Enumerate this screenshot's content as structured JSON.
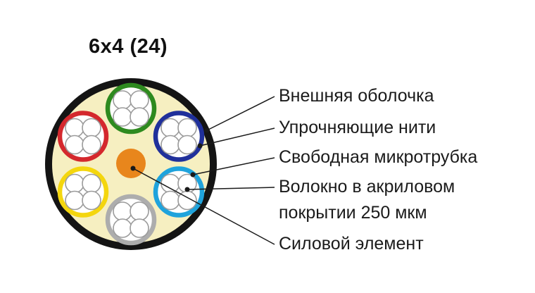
{
  "title": "6x4 (24)",
  "diagram": {
    "colors": {
      "jacket": "#141414",
      "filler": "#F6EFC1",
      "strength_member": "#E8861C",
      "tube_fill": "#FFFFFF",
      "fiber_fill": "#FFFFFF",
      "fiber_stroke": "#9B9B9B",
      "leader": "#1a1a1a"
    },
    "tubes": [
      {
        "name": "green",
        "color": "#2E8A1F"
      },
      {
        "name": "blue",
        "color": "#20309B"
      },
      {
        "name": "cyan",
        "color": "#1FA3DC"
      },
      {
        "name": "gray",
        "color": "#ADADAD"
      },
      {
        "name": "yellow",
        "color": "#F4D60E"
      },
      {
        "name": "red",
        "color": "#D4282D"
      }
    ],
    "fibers_per_tube": 4,
    "tube_count": 6
  },
  "labels": [
    {
      "id": "outer-sheath",
      "text": "Внешняя оболочка"
    },
    {
      "id": "strength-yarns",
      "text": "Упрочняющие нити"
    },
    {
      "id": "loose-microtube",
      "text": "Свободная микротрубка"
    },
    {
      "id": "fiber-acrylic",
      "text": "Волокно в акриловом покрытии 250 мкм"
    },
    {
      "id": "strength-element",
      "text": "Силовой элемент"
    }
  ]
}
